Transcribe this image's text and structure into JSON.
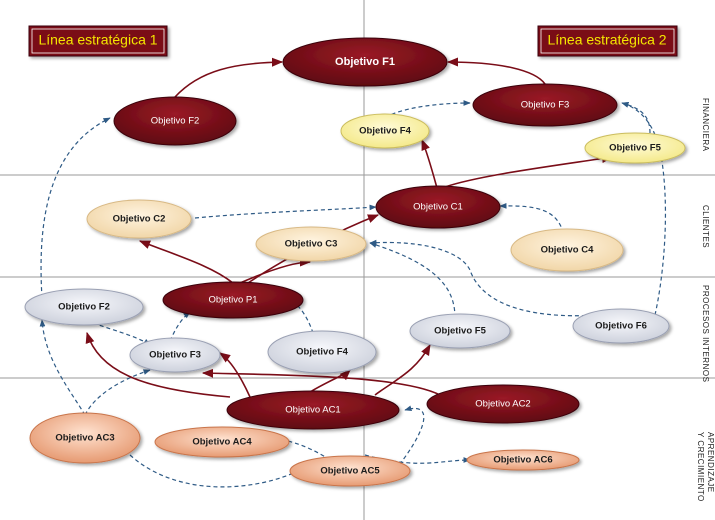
{
  "headers": {
    "line1": "Línea estratégica 1",
    "line2": "Línea estratégica 2"
  },
  "lanes": {
    "financial": "FINANCIERA",
    "clients": "CLIENTES",
    "processes": "PROCESOS INTERNOS",
    "learning_line1": "APRENDIZAJE",
    "learning_line2": "Y CRECIMIENTO"
  },
  "nodes": {
    "F1": "Objetivo F1",
    "F2_fin": "Objetivo F2",
    "F3_fin": "Objetivo F3",
    "F4_fin": "Objetivo F4",
    "F5_fin": "Objetivo F5",
    "C1": "Objetivo C1",
    "C2": "Objetivo C2",
    "C3": "Objetivo C3",
    "C4": "Objetivo C4",
    "P1": "Objetivo P1",
    "F2_proc": "Objetivo F2",
    "F3_proc": "Objetivo F3",
    "F4_proc": "Objetivo F4",
    "F5_proc": "Objetivo F5",
    "F6_proc": "Objetivo F6",
    "AC1": "Objetivo AC1",
    "AC2": "Objetivo AC2",
    "AC3": "Objetivo AC3",
    "AC4": "Objetivo AC4",
    "AC5": "Objetivo AC5",
    "AC6": "Objetivo AC6"
  },
  "colors": {
    "maroon": "#7a0d18",
    "solid_arrow": "#7a0d18",
    "dashed_arrow": "#2e5a85",
    "header_bg": "#7a0d18",
    "header_text": "#f4e600"
  }
}
